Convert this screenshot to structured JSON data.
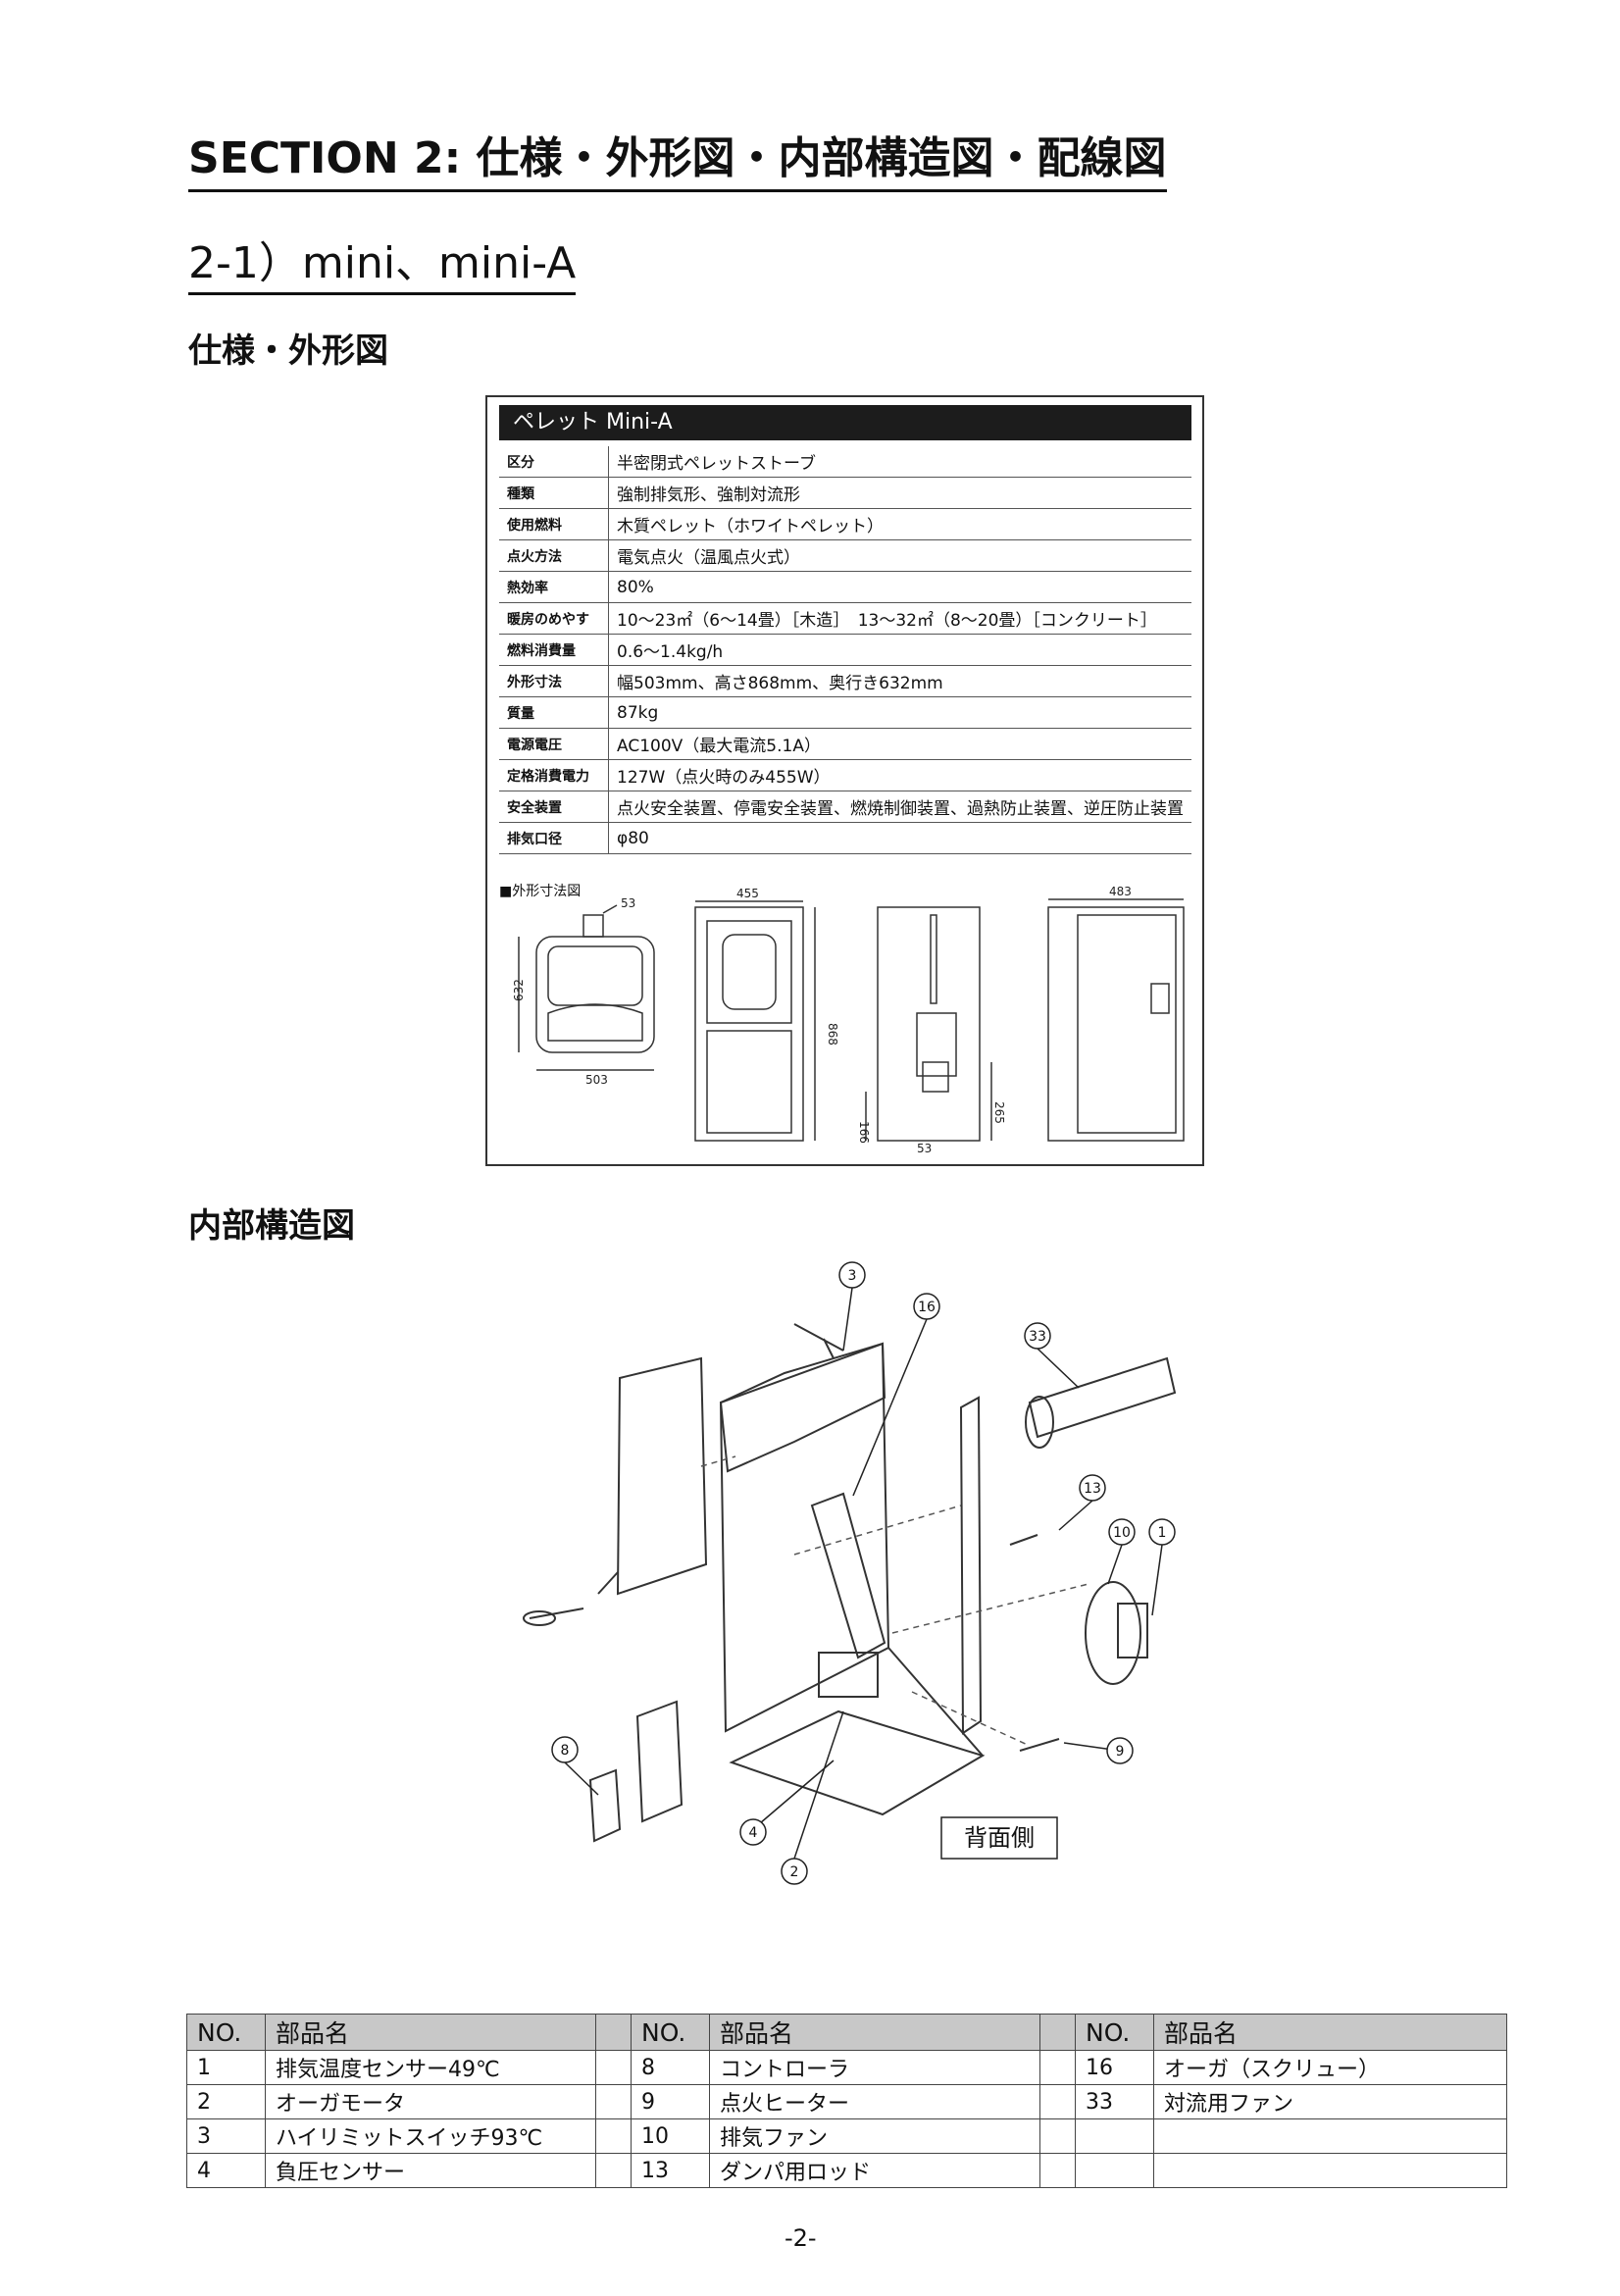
{
  "section_title": "SECTION 2: 仕様・外形図・内部構造図・配線図",
  "subsection_title": "2-1）mini、mini-A",
  "spec_heading": "仕様・外形図",
  "spec_card": {
    "title": "ペレット Mini-A",
    "rows": [
      {
        "key": "区分",
        "value": "半密閉式ペレットストーブ"
      },
      {
        "key": "種類",
        "value": "強制排気形、強制対流形"
      },
      {
        "key": "使用燃料",
        "value": "木質ペレット（ホワイトペレット）"
      },
      {
        "key": "点火方法",
        "value": "電気点火（温風点火式）"
      },
      {
        "key": "熱効率",
        "value": "80%"
      },
      {
        "key": "暖房のめやす",
        "value": "10～23㎡（6～14畳）［木造］　13～32㎡（8～20畳）［コンクリート］"
      },
      {
        "key": "燃料消費量",
        "value": "0.6～1.4kg/h"
      },
      {
        "key": "外形寸法",
        "value": "幅503mm、高さ868mm、奥行き632mm"
      },
      {
        "key": "質量",
        "value": "87kg"
      },
      {
        "key": "電源電圧",
        "value": "AC100V（最大電流5.1A）"
      },
      {
        "key": "定格消費電力",
        "value": "127W（点火時のみ455W）"
      },
      {
        "key": "安全装置",
        "value": "点火安全装置、停電安全装置、燃焼制御装置、過熱防止装置、逆圧防止装置"
      },
      {
        "key": "排気口径",
        "value": "φ80"
      }
    ],
    "dims_label": "■外形寸法図",
    "dims": {
      "d53": "53",
      "d632": "632",
      "d503": "503",
      "d455": "455",
      "d868": "868",
      "d166": "166",
      "d53b": "53",
      "d265": "265",
      "d483": "483"
    }
  },
  "internal_heading": "内部構造図",
  "diagram": {
    "callouts": [
      "3",
      "16",
      "33",
      "13",
      "10",
      "1",
      "8",
      "4",
      "2",
      "9"
    ],
    "rear_label": "背面側"
  },
  "parts_table": {
    "headers": {
      "no": "NO.",
      "name": "部品名"
    },
    "columns": [
      [
        {
          "no": "1",
          "name": "排気温度センサー49℃"
        },
        {
          "no": "2",
          "name": "オーガモータ"
        },
        {
          "no": "3",
          "name": "ハイリミットスイッチ93℃"
        },
        {
          "no": "4",
          "name": "負圧センサー"
        }
      ],
      [
        {
          "no": "8",
          "name": "コントローラ"
        },
        {
          "no": "9",
          "name": "点火ヒーター"
        },
        {
          "no": "10",
          "name": "排気ファン"
        },
        {
          "no": "13",
          "name": "ダンパ用ロッド"
        }
      ],
      [
        {
          "no": "16",
          "name": "オーガ（スクリュー）"
        },
        {
          "no": "33",
          "name": "対流用ファン"
        },
        {
          "no": "",
          "name": ""
        },
        {
          "no": "",
          "name": ""
        }
      ]
    ]
  },
  "page_number": "-2-"
}
